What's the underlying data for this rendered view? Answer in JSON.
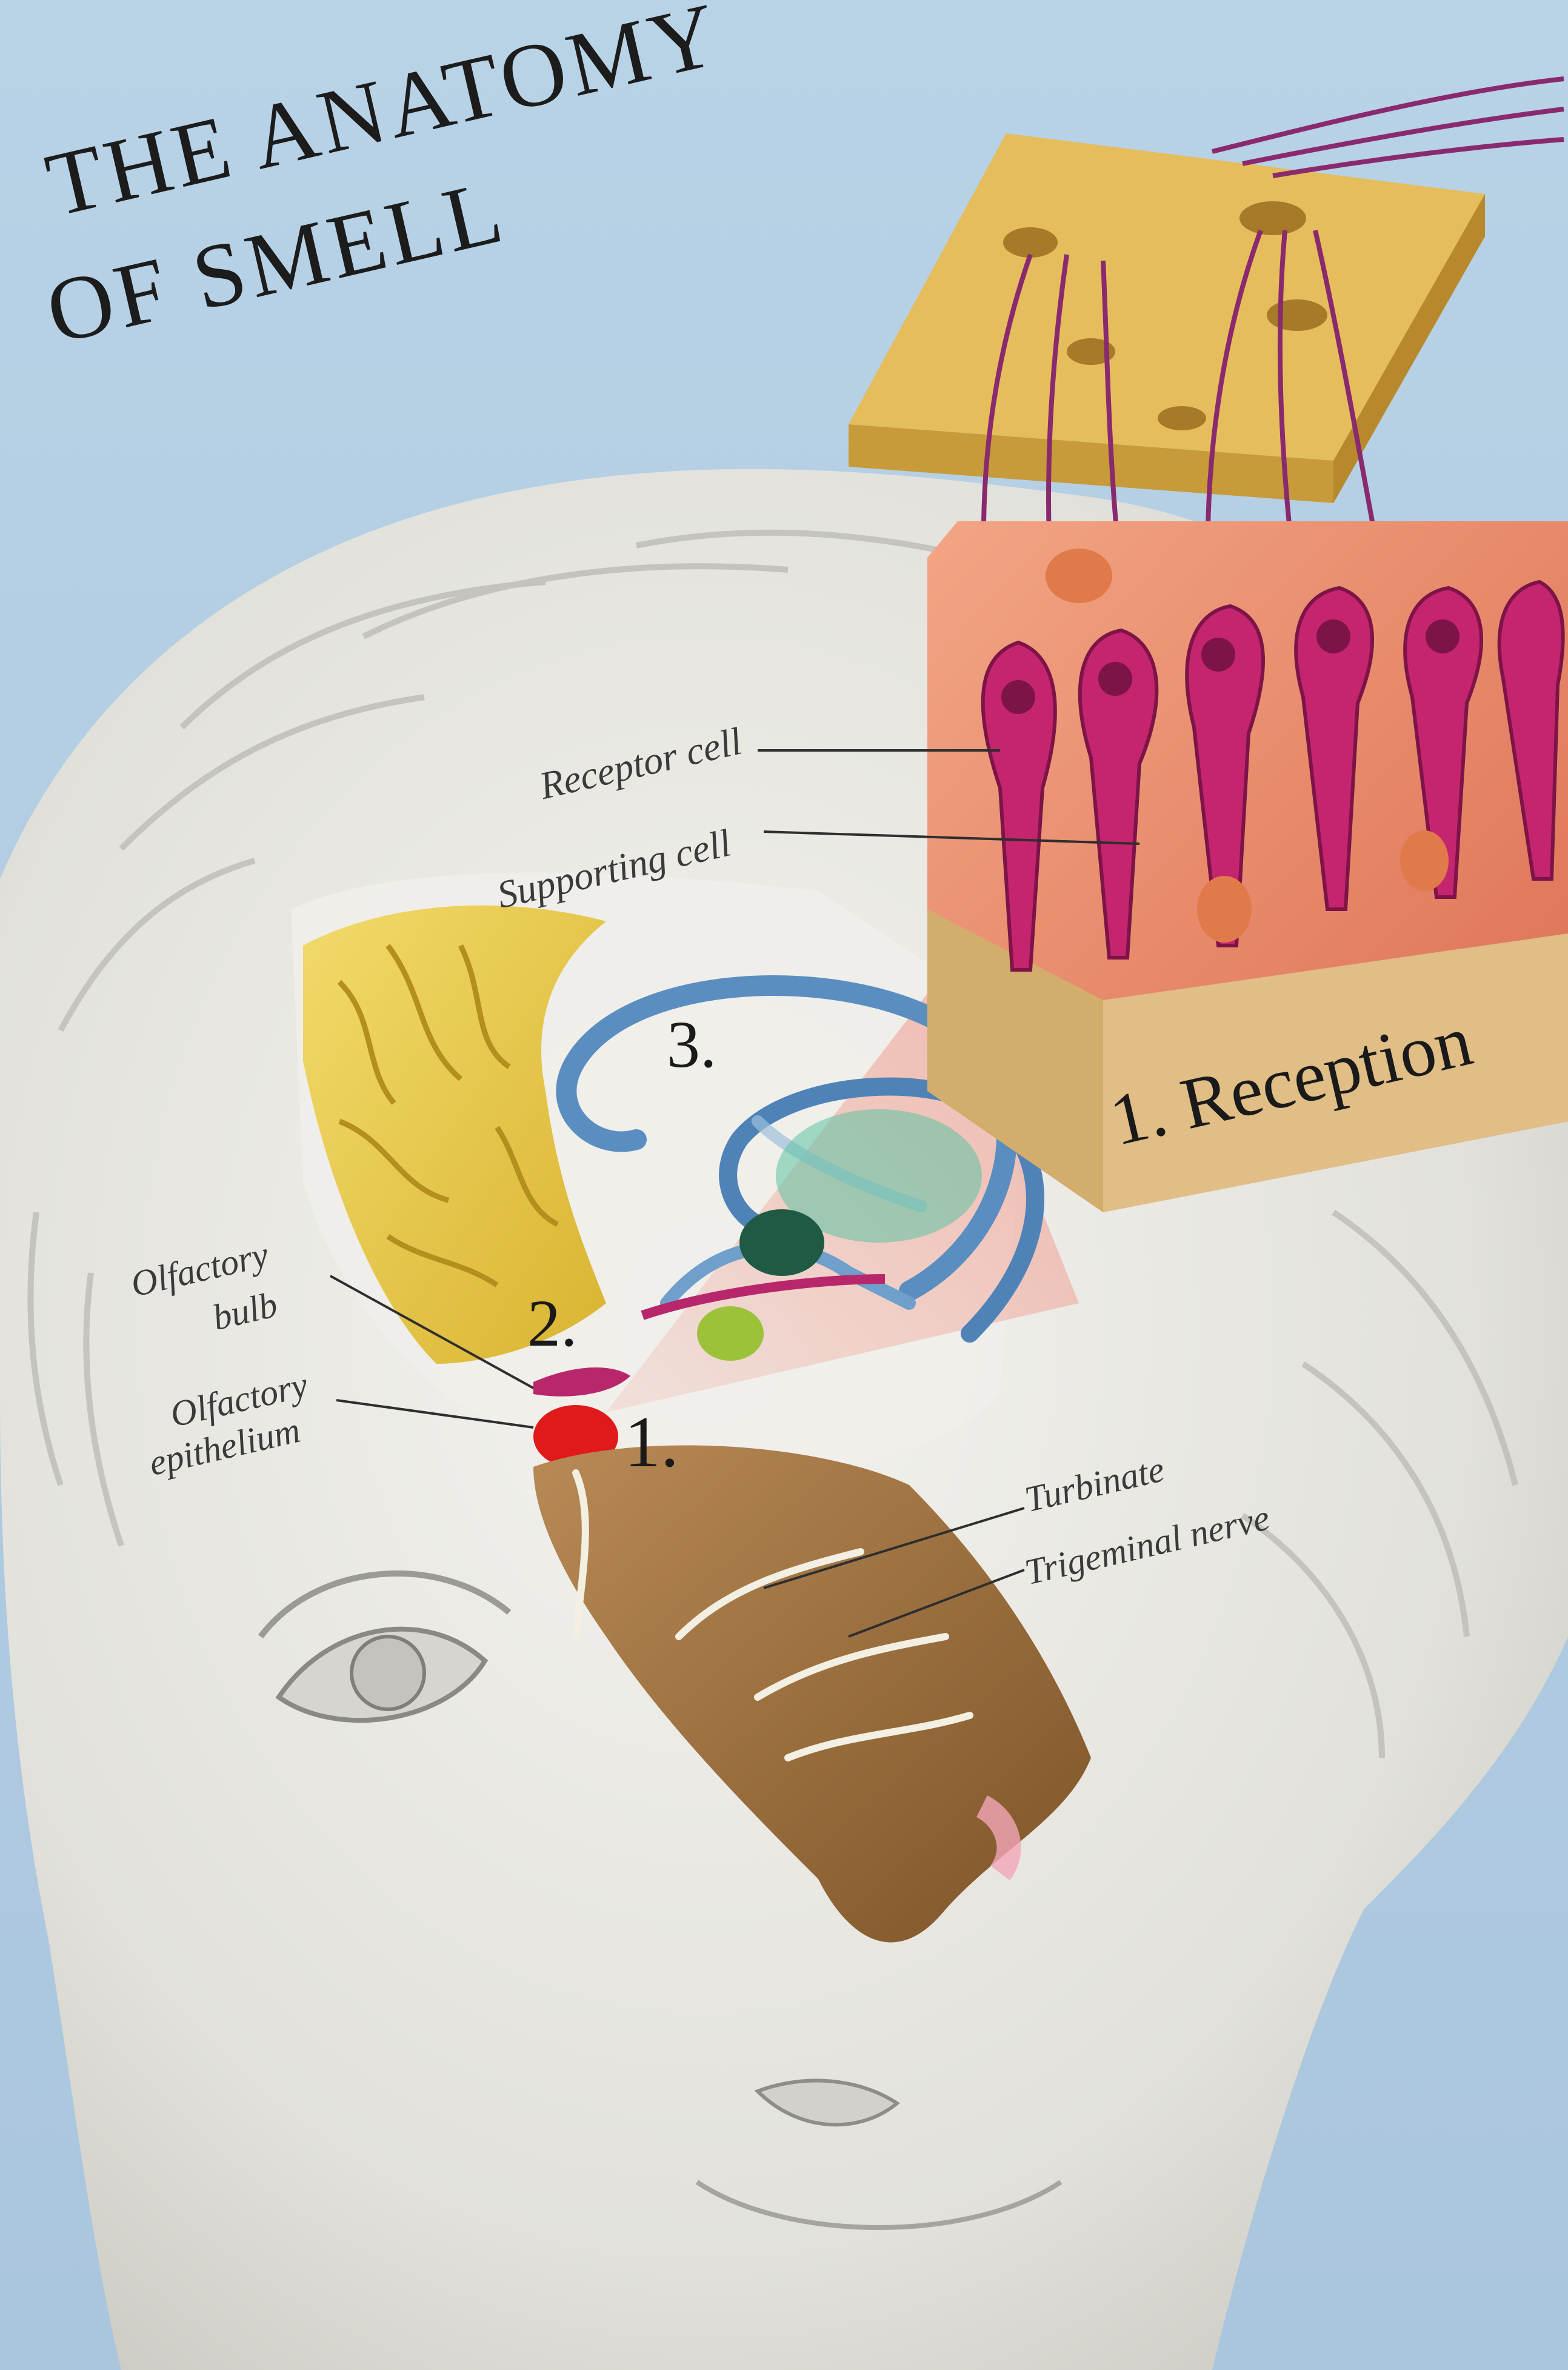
{
  "title": {
    "line1": "THE ANATOMY",
    "line2": "OF SMELL"
  },
  "labels": {
    "receptor_cell": "Receptor cell",
    "supporting_cell": "Supporting cell",
    "olfactory_bulb_line1": "Olfactory",
    "olfactory_bulb_line2": "bulb",
    "olfactory_epithelium_line1": "Olfactory",
    "olfactory_epithelium_line2": "epithelium",
    "turbinate": "Turbinate",
    "trigeminal_nerve": "Trigeminal nerve"
  },
  "stages": {
    "reception": "1. Reception",
    "marker_1": "1.",
    "marker_2": "2.",
    "marker_3": "3."
  },
  "colors": {
    "background": "#b5cde2",
    "head": "#ebeae5",
    "cortex": "#e8c94a",
    "receptor_cells": "#c5246e",
    "tissue_block": "#e98a6e",
    "cribriform_plate": "#e6bd5c",
    "nasal_cavity": "#9a6b3a",
    "limbic_system": "#5b8ec0",
    "epithelium_spot": "#e01a1a"
  }
}
